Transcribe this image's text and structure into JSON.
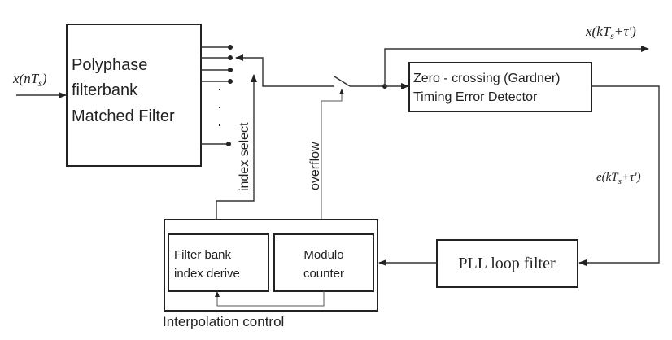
{
  "blocks": {
    "polyphase": [
      "Polyphase",
      "filterbank",
      "Matched Filter"
    ],
    "ted": [
      "Zero - crossing (Gardner)",
      "Timing Error Detector"
    ],
    "pll": "PLL loop filter",
    "filter_bank_index": [
      "Filter bank",
      "index derive"
    ],
    "modulo_counter": [
      "Modulo",
      "counter"
    ],
    "interpolation_control": "Interpolation control"
  },
  "signals": {
    "input": {
      "base": "x(nT",
      "sub": "s",
      "tail": ")"
    },
    "output": {
      "base": "x(kT",
      "sub": "s",
      "tail": "+τ')"
    },
    "error": {
      "base": "e(kT",
      "sub": "s",
      "tail": "+τ')"
    },
    "index_select": "index select",
    "overflow": "overflow"
  }
}
